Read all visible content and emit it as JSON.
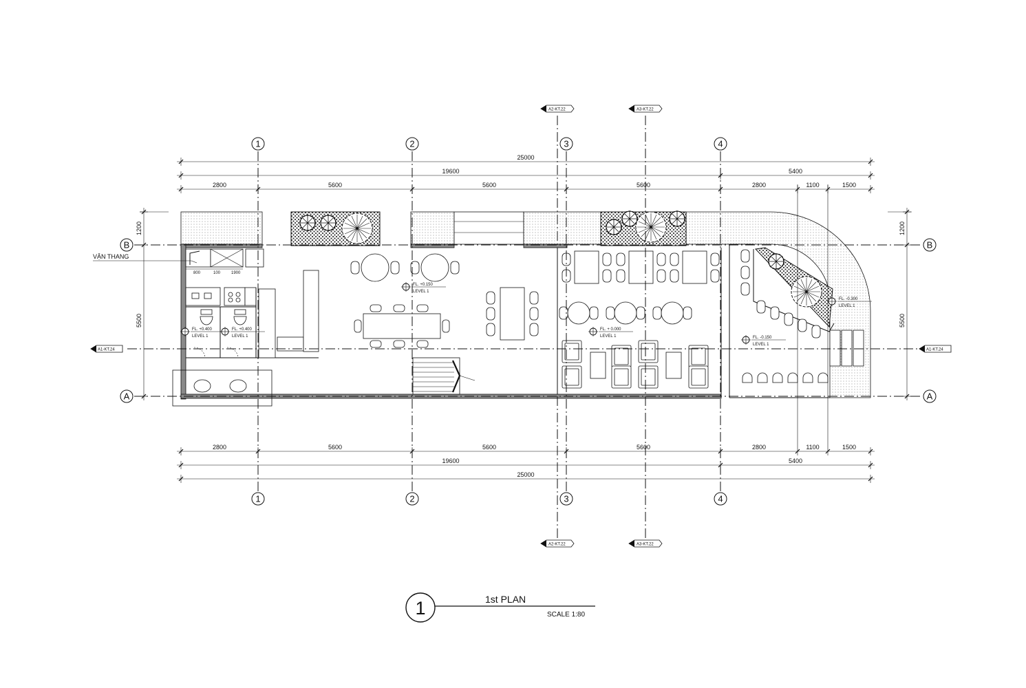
{
  "grid_columns": [
    "1",
    "2",
    "3",
    "4"
  ],
  "grid_rows": [
    "B",
    "A"
  ],
  "dims_top": {
    "total": "25000",
    "part1": "19600",
    "part2": "5400",
    "bays": [
      "2800",
      "5600",
      "5600",
      "5600",
      "2800",
      "1100",
      "1500"
    ]
  },
  "dims_bottom": {
    "total": "25000",
    "part1": "19600",
    "part2": "5400",
    "bays": [
      "2800",
      "5600",
      "5600",
      "5600",
      "2800",
      "1100",
      "1500"
    ]
  },
  "dims_left": [
    "1200",
    "5500"
  ],
  "dims_right": [
    "1200",
    "5500"
  ],
  "section_marks": {
    "top_a2": "A2-KT.22",
    "top_a3": "A3-KT.22",
    "bottom_a2": "A2-KT.22",
    "bottom_a3": "A3-KT.22",
    "left_a1": "A1-KT.24",
    "right_a1": "A1-KT.24"
  },
  "labels": {
    "elevator": "VẬN THANG",
    "elev_dims": [
      "800",
      "100",
      "1900"
    ]
  },
  "levels": [
    {
      "fl": "FL. +0.150",
      "lv": "LEVEL 1"
    },
    {
      "fl": "FL. +0.400",
      "lv": "LEVEL 1"
    },
    {
      "fl": "FL. +0.400",
      "lv": "LEVEL 1"
    },
    {
      "fl": "FL. + 0.000",
      "lv": "LEVEL 1"
    },
    {
      "fl": "FL. -0.150",
      "lv": "LEVEL 1"
    },
    {
      "fl": "FL. -0.300",
      "lv": "LEVEL 1"
    }
  ],
  "title": {
    "number": "1",
    "name": "1st PLAN",
    "scale": "SCALE 1:80"
  }
}
